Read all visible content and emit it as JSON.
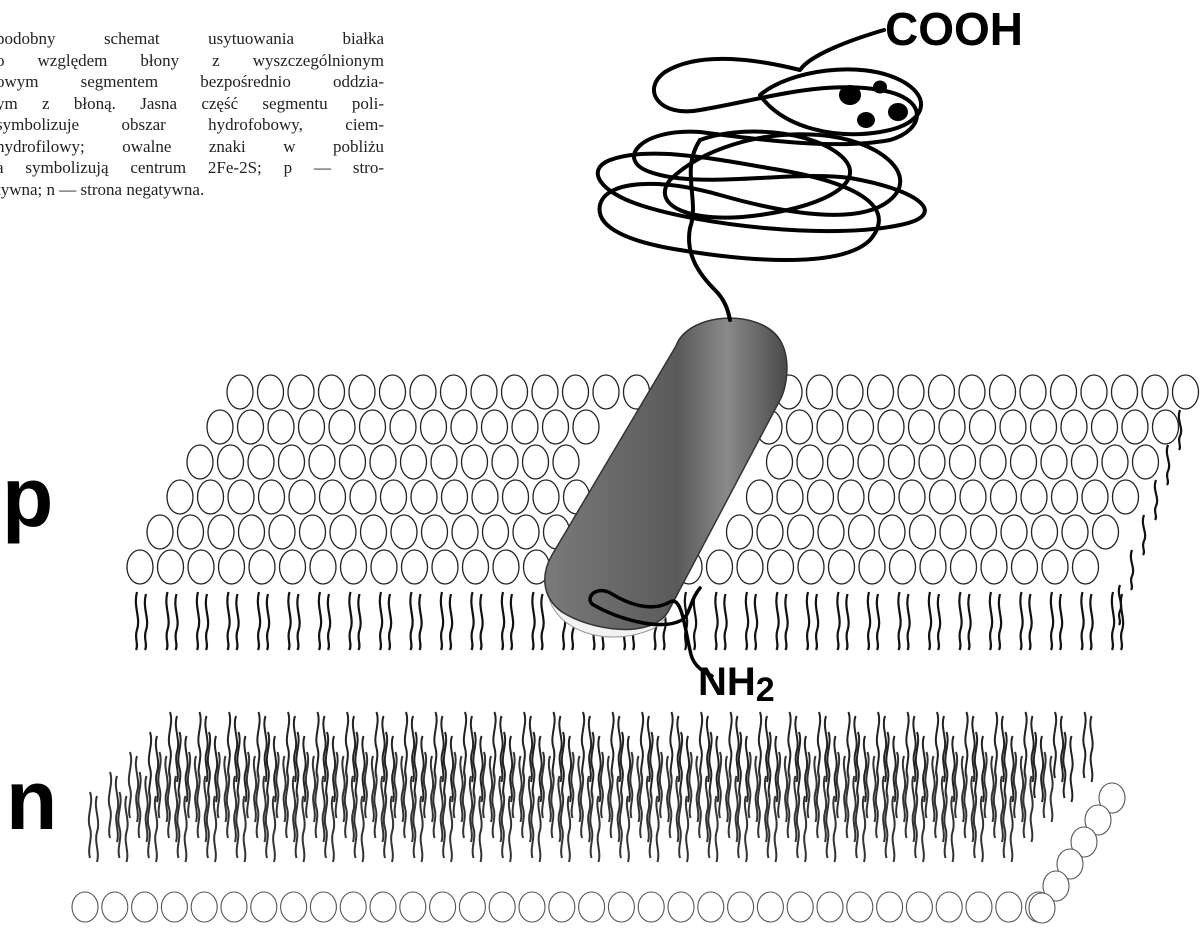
{
  "caption": {
    "lines": [
      "podobny schemat usytuowania białka",
      "o względem błony z wyszczególnionym",
      "owym segmentem bezpośrednio oddzia-",
      "ym z błoną. Jasna część segmentu poli-",
      "symbolizuje obszar hydrofobowy, ciem-",
      "hydrofilowy; owalne znaki w pobliżu",
      "a symbolizują centrum 2Fe-2S; p — stro-",
      "tywna; n — strona negatywna."
    ]
  },
  "labels": {
    "p_side": "p",
    "n_side": "n",
    "c_terminus": "COOH",
    "n_terminus_main": "NH",
    "n_terminus_sub": "2"
  },
  "colors": {
    "helix_fill": "#6e6e6e",
    "lipid_head": "#ffffff",
    "lipid_outline": "#222222",
    "ink": "#000000"
  }
}
